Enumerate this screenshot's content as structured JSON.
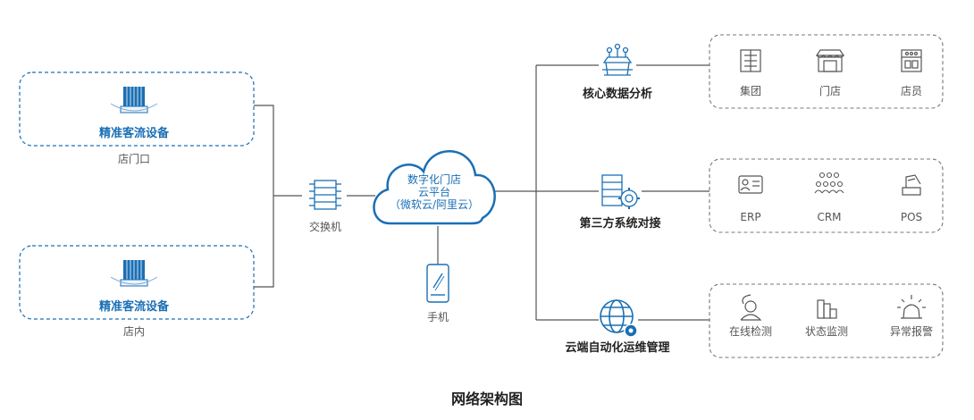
{
  "colors": {
    "accent": "#1a6fb5",
    "line": "#555555",
    "dash": "#1a6fb5",
    "gray_dash": "#888888"
  },
  "diagram": {
    "title": "网络架构图",
    "devices": [
      {
        "label": "精准客流设备",
        "caption": "店门口"
      },
      {
        "label": "精准客流设备",
        "caption": "店内"
      }
    ],
    "switch_label": "交换机",
    "cloud": {
      "line1": "数字化门店",
      "line2": "云平台",
      "line3": "（微软云/阿里云）"
    },
    "phone_label": "手机",
    "services": [
      {
        "label": "核心数据分析",
        "icon": "data-analysis-icon",
        "items": [
          {
            "label": "集团",
            "icon": "building-icon"
          },
          {
            "label": "门店",
            "icon": "shop-icon"
          },
          {
            "label": "店员",
            "icon": "staff-icon"
          }
        ]
      },
      {
        "label": "第三方系统对接",
        "icon": "server-gear-icon",
        "items": [
          {
            "label": "ERP",
            "icon": "id-card-icon"
          },
          {
            "label": "CRM",
            "icon": "people-group-icon"
          },
          {
            "label": "POS",
            "icon": "pos-terminal-icon"
          }
        ]
      },
      {
        "label": "云端自动化运维管理",
        "icon": "globe-gear-icon",
        "items": [
          {
            "label": "在线检测",
            "icon": "online-monitor-icon"
          },
          {
            "label": "状态监测",
            "icon": "status-monitor-icon"
          },
          {
            "label": "异常报警",
            "icon": "alarm-icon"
          }
        ]
      }
    ]
  }
}
